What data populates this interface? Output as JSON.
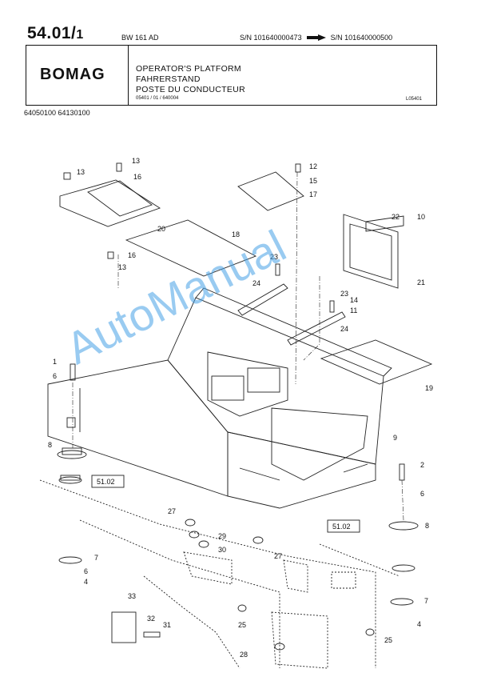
{
  "header": {
    "page_number": "54.01/",
    "page_sub": "1",
    "model": "BW 161 AD",
    "sn_from": "S/N 101640000473",
    "sn_to": "S/N 101640000500",
    "logo": "BOMAG",
    "titles": [
      "OPERATOR'S PLATFORM",
      "FAHRERSTAND",
      "POSTE DU CONDUCTEUR"
    ],
    "ref_code": "05401 / 01 / 640004",
    "drawing_code": "L05401",
    "part_codes": "64050100   64130100"
  },
  "diagram": {
    "callouts": [
      "1",
      "2",
      "4",
      "4",
      "6",
      "6",
      "6",
      "7",
      "7",
      "8",
      "8",
      "9",
      "10",
      "11",
      "12",
      "13",
      "13",
      "13",
      "14",
      "15",
      "16",
      "16",
      "17",
      "18",
      "19",
      "20",
      "21",
      "22",
      "23",
      "23",
      "24",
      "24",
      "25",
      "25",
      "27",
      "27",
      "28",
      "29",
      "30",
      "31",
      "32",
      "33"
    ],
    "section_refs": [
      "51.02",
      "51.02"
    ]
  },
  "watermark": "AutoManual"
}
